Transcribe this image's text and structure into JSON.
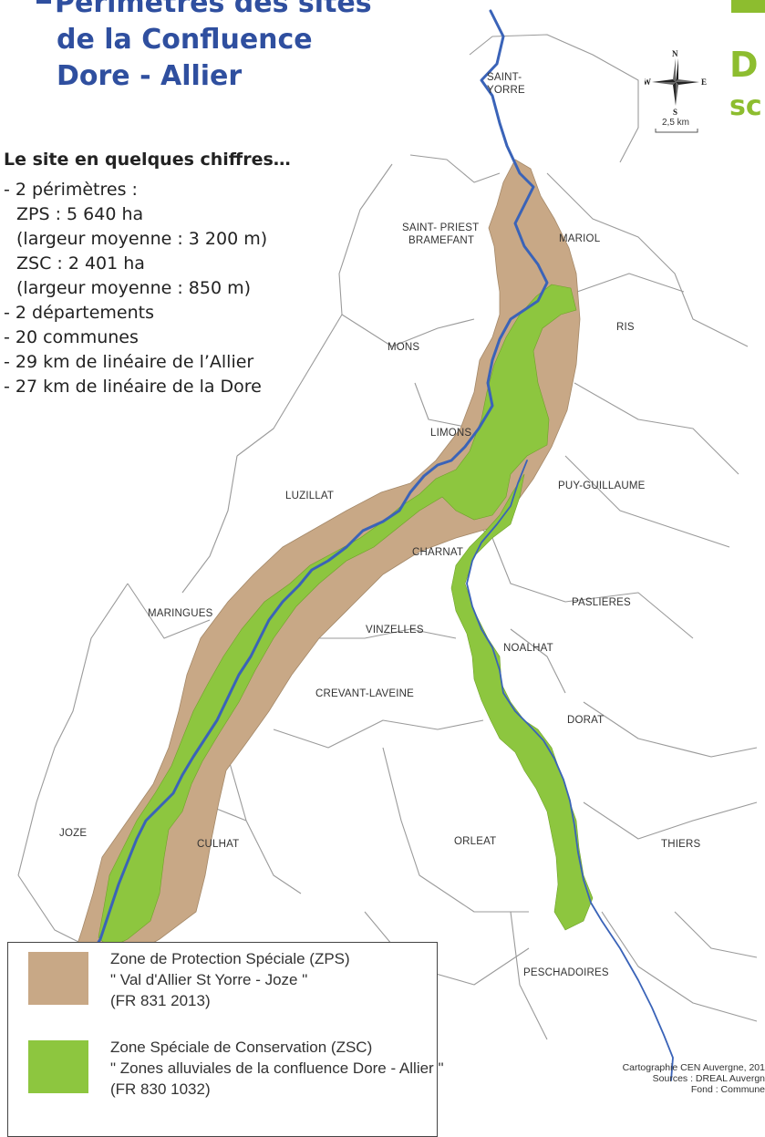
{
  "title": {
    "line1": "Périmètres des sites",
    "line2": "de la Confluence",
    "line3": "Dore - Allier"
  },
  "right_title": {
    "line1": "D",
    "line2": "sc"
  },
  "stats": {
    "heading": "Le site en quelques chiffres…",
    "lines": [
      "- 2 périmètres :",
      "ZPS : 5 640 ha",
      "(largeur moyenne : 3 200 m)",
      "ZSC : 2 401 ha",
      "(largeur moyenne : 850 m)",
      "- 2 départements",
      "- 20 communes",
      "- 29 km de linéaire de l’Allier",
      "- 27 km de linéaire de la Dore"
    ]
  },
  "compass": {
    "n": "N",
    "s": "S",
    "e": "E",
    "w": "W",
    "scale": "2,5 km"
  },
  "communes": {
    "saint_yorre_1": "SAINT-",
    "saint_yorre_2": "YORRE",
    "saint_priest_1": "SAINT- PRIEST",
    "saint_priest_2": "BRAMEFANT",
    "mariol": "MARIOL",
    "ris": "RIS",
    "mons": "MONS",
    "limons": "LIMONS",
    "puy_guillaume": "PUY-GUILLAUME",
    "luzillat": "LUZILLAT",
    "charnat": "CHARNAT",
    "paslieres": "PASLIERES",
    "maringues": "MARINGUES",
    "vinzelles": "VINZELLES",
    "noalhat": "NOALHAT",
    "crevant_laveine": "CREVANT-LAVEINE",
    "dorat": "DORAT",
    "joze": "JOZE",
    "culhat": "CULHAT",
    "orleat": "ORLEAT",
    "thiers": "THIERS",
    "peschadoires": "PESCHADOIRES"
  },
  "legend": {
    "zps": {
      "line1": "Zone de Protection Spéciale (ZPS)",
      "line2": "\" Val d'Allier St Yorre - Joze \"",
      "line3": "(FR 831 2013)",
      "color": "#c8a886"
    },
    "zsc": {
      "line1": "Zone Spéciale de Conservation  (ZSC)",
      "line2": "\" Zones alluviales de la confluence Dore - Allier \"",
      "line3": "(FR 830 1032)",
      "color": "#8dc63f"
    }
  },
  "credits": {
    "line1": "Cartographie CEN Auvergne, 201",
    "line2": "Sources : DREAL Auvergn",
    "line3": "Fond : Commune"
  },
  "colors": {
    "river": "#3a63b8",
    "boundary": "#999999",
    "title": "#2f4f9f",
    "accent_green": "#8dbd2f"
  }
}
